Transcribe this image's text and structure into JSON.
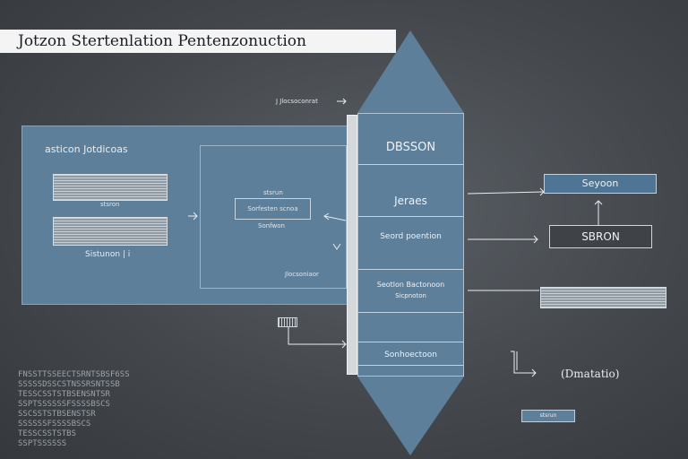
{
  "title": "Jotzon Stertenlation Pentenzonuction",
  "main_panel": {
    "heading": "asticon Jotdicoas",
    "grille_caption": "stsron",
    "grille_footer": "Sistunon | i",
    "inner_box_label": "Sorfesten  scnoa",
    "inner_box_top": "stsrun",
    "inner_box_caption": "Sonfwon",
    "inner_panel_footer": "Jlocsoniaor",
    "top_annotation": "J Jlocsoconrat"
  },
  "pillar": {
    "cells": [
      {
        "text": "DBSSON"
      },
      {
        "text": "Jeraes"
      },
      {
        "text": "Seord  poention"
      },
      {
        "text": "Seotlon  Bactonoon",
        "sub": "Sicpnoton"
      },
      {
        "text": ""
      },
      {
        "text": "Sonhoectoon"
      }
    ]
  },
  "right": {
    "box1": "Seyoon",
    "box2": "SBRON",
    "annotation": "(Dmatatio)",
    "tag": "stsrun"
  },
  "background_text": "FNSSTTSSEECTSRNTSBSF6SS\nSSSSSDSSCSTNSSRSNTSSB\nTESSCSSTSTBSENSNTSR\nSSPTSSSSSSFSSSSBSCS\nSSCSSTSTBSENSTSR\nSSSSSSFSSSSBSCS\nTESSCSSTSTBS\nSSPTSSSSSS"
}
